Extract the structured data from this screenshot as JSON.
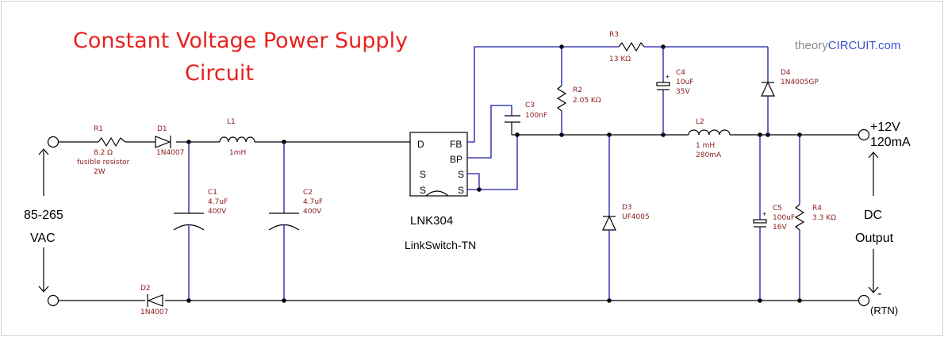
{
  "title": {
    "line1": "Constant Voltage Power Supply",
    "line2": "Circuit"
  },
  "watermark": {
    "prefix": "theory",
    "accent": "CIRCUIT",
    "suffix": ".com",
    "prefix_color": "#8a8a8a",
    "accent_color": "#3b4fd0"
  },
  "input": {
    "voltage_line1": "85-265",
    "voltage_line2": "VAC"
  },
  "output": {
    "voltage": "+12V",
    "current": "120mA",
    "label_line1": "DC",
    "label_line2": "Output",
    "minus": "-",
    "rtn": "(RTN)"
  },
  "ic": {
    "part_number": "LNK304",
    "family": "LinkSwitch-TN",
    "pins": {
      "d": "D",
      "fb": "FB",
      "bp": "BP",
      "s1": "S",
      "s2": "S",
      "s3": "S",
      "s4": "S"
    }
  },
  "components": {
    "r1": {
      "ref": "R1",
      "value": "8.2 Ω",
      "note1": "fusible resistor",
      "note2": "2W"
    },
    "d1": {
      "ref": "D1",
      "value": "1N4007"
    },
    "d2": {
      "ref": "D2",
      "value": "1N4007"
    },
    "l1": {
      "ref": "L1",
      "value": "1mH"
    },
    "c1": {
      "ref": "C1",
      "value1": "4.7uF",
      "value2": "400V"
    },
    "c2": {
      "ref": "C2",
      "value1": "4.7uF",
      "value2": "400V"
    },
    "c3": {
      "ref": "C3",
      "value": "100nF"
    },
    "r2": {
      "ref": "R2",
      "value": "2.05 KΩ"
    },
    "r3": {
      "ref": "R3",
      "value": "13 KΩ"
    },
    "c4": {
      "ref": "C4",
      "value1": "10uF",
      "value2": "35V"
    },
    "d4": {
      "ref": "D4",
      "value": "1N4005GP"
    },
    "l2": {
      "ref": "L2",
      "value1": "1 mH",
      "value2": "280mA"
    },
    "d3": {
      "ref": "D3",
      "value": "UF4005"
    },
    "c5": {
      "ref": "C5",
      "value1": "100uF",
      "value2": "16V"
    },
    "r4": {
      "ref": "R4",
      "value": "3.3 KΩ"
    }
  },
  "colors": {
    "title": "#e8221e",
    "labels": "#8b1a1a",
    "wire_blue": "#1a1aa8",
    "wire_black": "#000000"
  }
}
